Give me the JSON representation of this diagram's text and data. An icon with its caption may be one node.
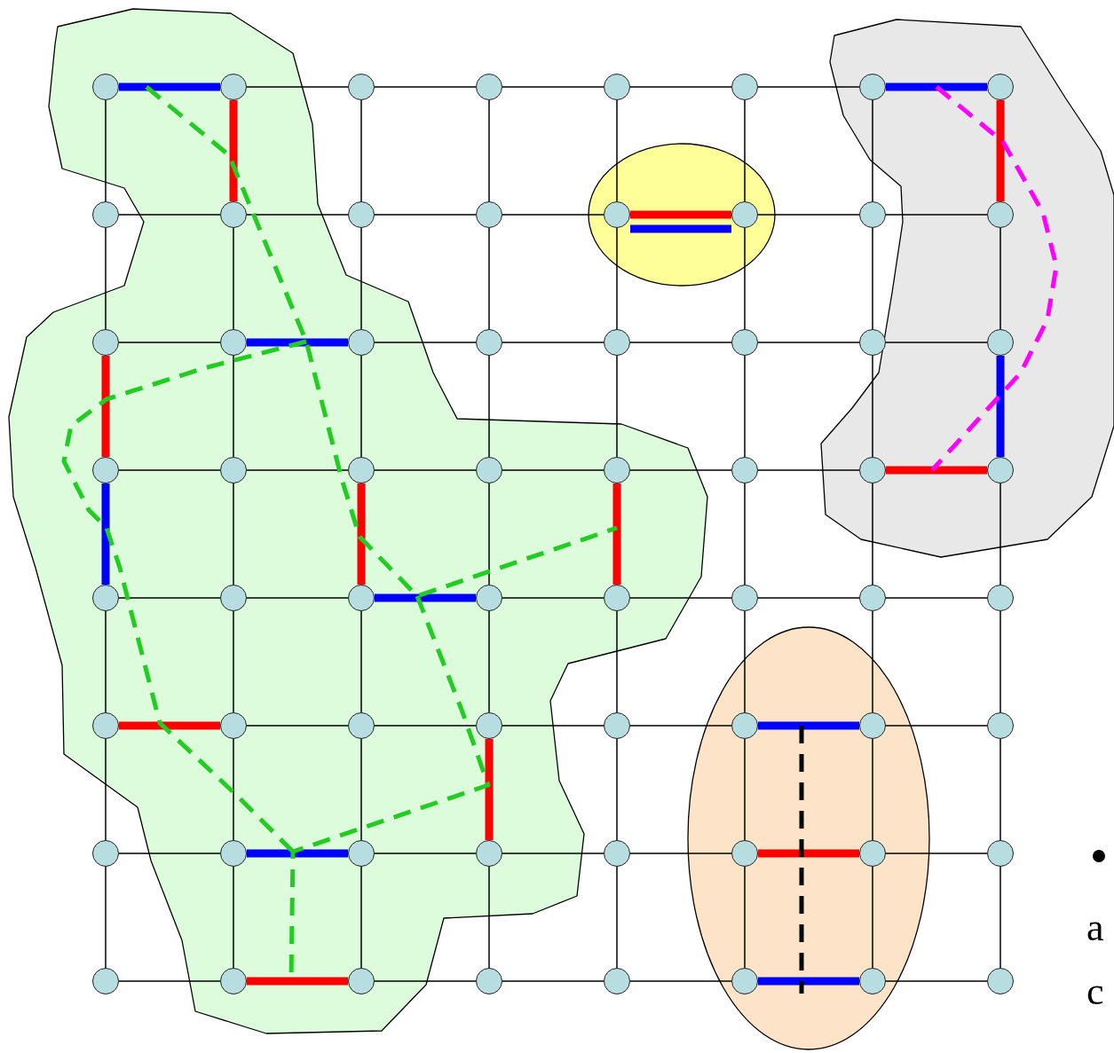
{
  "diagram": {
    "nodes": [
      {
        "text": [],
        "shape": "circle"
      },
      {
        "text": [],
        "shape": "circle"
      },
      {
        "text": [],
        "shape": "circle"
      },
      {
        "text": [],
        "shape": "circle"
      },
      {
        "text": [],
        "shape": "circle"
      },
      {
        "text": [],
        "shape": "circle"
      },
      {
        "text": [],
        "shape": "circle"
      },
      {
        "text": [],
        "shape": "circle"
      },
      {
        "text": [],
        "shape": "circle"
      },
      {
        "text": [],
        "shape": "circle"
      },
      {
        "text": [],
        "shape": "circle"
      },
      {
        "text": [],
        "shape": "circle"
      },
      {
        "text": [],
        "shape": "circle"
      },
      {
        "text": [],
        "shape": "circle"
      },
      {
        "text": [],
        "shape": "circle"
      },
      {
        "text": [],
        "shape": "circle"
      },
      {
        "text": [],
        "shape": "circle"
      },
      {
        "text": [],
        "shape": "circle"
      },
      {
        "text": [],
        "shape": "circle"
      },
      {
        "text": [],
        "shape": "circle"
      },
      {
        "text": [],
        "shape": "circle"
      },
      {
        "text": [],
        "shape": "circle"
      },
      {
        "text": [],
        "shape": "circle"
      },
      {
        "text": [],
        "shape": "circle"
      },
      {
        "text": [],
        "shape": "circle"
      },
      {
        "text": [],
        "shape": "circle"
      },
      {
        "text": [],
        "shape": "circle"
      },
      {
        "text": [],
        "shape": "circle"
      },
      {
        "text": [],
        "shape": "circle"
      },
      {
        "text": [],
        "shape": "circle"
      },
      {
        "text": [],
        "shape": "circle"
      },
      {
        "text": [],
        "shape": "circle"
      },
      {
        "text": [],
        "shape": "circle"
      },
      {
        "text": [],
        "shape": "circle"
      },
      {
        "text": [],
        "shape": "circle"
      },
      {
        "text": [],
        "shape": "circle"
      },
      {
        "text": [],
        "shape": "circle"
      },
      {
        "text": [],
        "shape": "circle"
      },
      {
        "text": [],
        "shape": "circle"
      },
      {
        "text": [],
        "shape": "circle"
      },
      {
        "text": [],
        "shape": "circle"
      },
      {
        "text": [],
        "shape": "circle"
      },
      {
        "text": [],
        "shape": "circle"
      },
      {
        "text": [],
        "shape": "circle"
      },
      {
        "text": [],
        "shape": "circle"
      },
      {
        "text": [],
        "shape": "circle"
      },
      {
        "text": [],
        "shape": "circle"
      },
      {
        "text": [],
        "shape": "circle"
      },
      {
        "text": [],
        "shape": "circle"
      },
      {
        "text": [],
        "shape": "circle"
      },
      {
        "text": [],
        "shape": "circle"
      },
      {
        "text": [],
        "shape": "circle"
      },
      {
        "text": [],
        "shape": "circle"
      },
      {
        "text": [],
        "shape": "circle"
      },
      {
        "text": [],
        "shape": "circle"
      },
      {
        "text": [],
        "shape": "circle"
      },
      {
        "text": [],
        "shape": "circle"
      },
      {
        "text": [],
        "shape": "circle"
      },
      {
        "text": [],
        "shape": "circle"
      },
      {
        "text": [],
        "shape": "circle"
      },
      {
        "text": [],
        "shape": "circle"
      },
      {
        "text": [],
        "shape": "circle"
      },
      {
        "text": [],
        "shape": "circle"
      },
      {
        "text": [],
        "shape": "circle"
      }
    ],
    "edges": [
      {
        "from": 0,
        "to": 1,
        "arrow": "none",
        "style": "thick",
        "color": "#0000ff"
      },
      {
        "from": 1,
        "to": 2,
        "arrow": "none"
      },
      {
        "from": 2,
        "to": 3,
        "arrow": "none"
      },
      {
        "from": 3,
        "to": 4,
        "arrow": "none"
      },
      {
        "from": 4,
        "to": 5,
        "arrow": "none"
      },
      {
        "from": 5,
        "to": 6,
        "arrow": "none"
      },
      {
        "from": 6,
        "to": 7,
        "arrow": "none",
        "style": "thick",
        "color": "#0000ff"
      },
      {
        "from": 8,
        "to": 9,
        "arrow": "none"
      },
      {
        "from": 9,
        "to": 10,
        "arrow": "none"
      },
      {
        "from": 10,
        "to": 11,
        "arrow": "none"
      },
      {
        "from": 11,
        "to": 12,
        "arrow": "none"
      },
      {
        "from": 12,
        "to": 13,
        "arrow": "none",
        "style": "thick",
        "color": "#ff0000"
      },
      {
        "from": 13,
        "to": 14,
        "arrow": "none"
      },
      {
        "from": 14,
        "to": 15,
        "arrow": "none"
      },
      {
        "from": 16,
        "to": 17,
        "arrow": "none"
      },
      {
        "from": 17,
        "to": 18,
        "arrow": "none",
        "style": "thick",
        "color": "#0000ff"
      },
      {
        "from": 18,
        "to": 19,
        "arrow": "none"
      },
      {
        "from": 19,
        "to": 20,
        "arrow": "none"
      },
      {
        "from": 20,
        "to": 21,
        "arrow": "none"
      },
      {
        "from": 21,
        "to": 22,
        "arrow": "none"
      },
      {
        "from": 22,
        "to": 23,
        "arrow": "none"
      },
      {
        "from": 24,
        "to": 25,
        "arrow": "none"
      },
      {
        "from": 25,
        "to": 26,
        "arrow": "none"
      },
      {
        "from": 26,
        "to": 27,
        "arrow": "none"
      },
      {
        "from": 27,
        "to": 28,
        "arrow": "none"
      },
      {
        "from": 28,
        "to": 29,
        "arrow": "none"
      },
      {
        "from": 29,
        "to": 30,
        "arrow": "none"
      },
      {
        "from": 30,
        "to": 31,
        "arrow": "none",
        "style": "thick",
        "color": "#ff0000"
      },
      {
        "from": 32,
        "to": 33,
        "arrow": "none"
      },
      {
        "from": 33,
        "to": 34,
        "arrow": "none"
      },
      {
        "from": 34,
        "to": 35,
        "arrow": "none",
        "style": "thick",
        "color": "#0000ff"
      },
      {
        "from": 35,
        "to": 36,
        "arrow": "none"
      },
      {
        "from": 36,
        "to": 37,
        "arrow": "none"
      },
      {
        "from": 37,
        "to": 38,
        "arrow": "none"
      },
      {
        "from": 38,
        "to": 39,
        "arrow": "none"
      },
      {
        "from": 40,
        "to": 41,
        "arrow": "none",
        "style": "thick",
        "color": "#ff0000"
      },
      {
        "from": 41,
        "to": 42,
        "arrow": "none"
      },
      {
        "from": 42,
        "to": 43,
        "arrow": "none"
      },
      {
        "from": 43,
        "to": 44,
        "arrow": "none"
      },
      {
        "from": 44,
        "to": 45,
        "arrow": "none"
      },
      {
        "from": 45,
        "to": 46,
        "arrow": "none",
        "style": "thick",
        "color": "#0000ff"
      },
      {
        "from": 46,
        "to": 47,
        "arrow": "none"
      },
      {
        "from": 48,
        "to": 49,
        "arrow": "none"
      },
      {
        "from": 49,
        "to": 50,
        "arrow": "none",
        "style": "thick",
        "color": "#0000ff"
      },
      {
        "from": 50,
        "to": 51,
        "arrow": "none"
      },
      {
        "from": 51,
        "to": 52,
        "arrow": "none"
      },
      {
        "from": 52,
        "to": 53,
        "arrow": "none"
      },
      {
        "from": 53,
        "to": 54,
        "arrow": "none",
        "style": "thick",
        "color": "#ff0000"
      },
      {
        "from": 54,
        "to": 55,
        "arrow": "none"
      },
      {
        "from": 56,
        "to": 57,
        "arrow": "none"
      },
      {
        "from": 57,
        "to": 58,
        "arrow": "none",
        "style": "thick",
        "color": "#ff0000"
      },
      {
        "from": 58,
        "to": 59,
        "arrow": "none"
      },
      {
        "from": 59,
        "to": 60,
        "arrow": "none"
      },
      {
        "from": 60,
        "to": 61,
        "arrow": "none"
      },
      {
        "from": 61,
        "to": 62,
        "arrow": "none",
        "style": "thick",
        "color": "#0000ff"
      },
      {
        "from": 62,
        "to": 63,
        "arrow": "none"
      },
      {
        "from": 0,
        "to": 8,
        "arrow": "none"
      },
      {
        "from": 1,
        "to": 9,
        "arrow": "none",
        "style": "thick",
        "color": "#ff0000"
      },
      {
        "from": 2,
        "to": 10,
        "arrow": "none"
      },
      {
        "from": 3,
        "to": 11,
        "arrow": "none"
      },
      {
        "from": 4,
        "to": 12,
        "arrow": "none"
      },
      {
        "from": 5,
        "to": 13,
        "arrow": "none"
      },
      {
        "from": 6,
        "to": 14,
        "arrow": "none"
      },
      {
        "from": 7,
        "to": 15,
        "arrow": "none",
        "style": "thick",
        "color": "#ff0000"
      },
      {
        "from": 8,
        "to": 16,
        "arrow": "none"
      },
      {
        "from": 9,
        "to": 17,
        "arrow": "none"
      },
      {
        "from": 10,
        "to": 18,
        "arrow": "none"
      },
      {
        "from": 11,
        "to": 19,
        "arrow": "none"
      },
      {
        "from": 12,
        "to": 20,
        "arrow": "none"
      },
      {
        "from": 13,
        "to": 21,
        "arrow": "none"
      },
      {
        "from": 14,
        "to": 22,
        "arrow": "none"
      },
      {
        "from": 15,
        "to": 23,
        "arrow": "none"
      },
      {
        "from": 16,
        "to": 24,
        "arrow": "none",
        "style": "thick",
        "color": "#ff0000"
      },
      {
        "from": 17,
        "to": 25,
        "arrow": "none"
      },
      {
        "from": 18,
        "to": 26,
        "arrow": "none"
      },
      {
        "from": 19,
        "to": 27,
        "arrow": "none"
      },
      {
        "from": 20,
        "to": 28,
        "arrow": "none"
      },
      {
        "from": 21,
        "to": 29,
        "arrow": "none"
      },
      {
        "from": 22,
        "to": 30,
        "arrow": "none"
      },
      {
        "from": 23,
        "to": 31,
        "arrow": "none",
        "style": "thick",
        "color": "#0000ff"
      },
      {
        "from": 24,
        "to": 32,
        "arrow": "none",
        "style": "thick",
        "color": "#0000ff"
      },
      {
        "from": 25,
        "to": 33,
        "arrow": "none"
      },
      {
        "from": 26,
        "to": 34,
        "arrow": "none",
        "style": "thick",
        "color": "#ff0000"
      },
      {
        "from": 27,
        "to": 35,
        "arrow": "none"
      },
      {
        "from": 28,
        "to": 36,
        "arrow": "none",
        "style": "thick",
        "color": "#ff0000"
      },
      {
        "from": 29,
        "to": 37,
        "arrow": "none"
      },
      {
        "from": 30,
        "to": 38,
        "arrow": "none"
      },
      {
        "from": 31,
        "to": 39,
        "arrow": "none"
      },
      {
        "from": 32,
        "to": 40,
        "arrow": "none"
      },
      {
        "from": 33,
        "to": 41,
        "arrow": "none"
      },
      {
        "from": 34,
        "to": 42,
        "arrow": "none"
      },
      {
        "from": 35,
        "to": 43,
        "arrow": "none"
      },
      {
        "from": 36,
        "to": 44,
        "arrow": "none"
      },
      {
        "from": 37,
        "to": 45,
        "arrow": "none"
      },
      {
        "from": 38,
        "to": 46,
        "arrow": "none"
      },
      {
        "from": 39,
        "to": 47,
        "arrow": "none"
      },
      {
        "from": 40,
        "to": 48,
        "arrow": "none"
      },
      {
        "from": 41,
        "to": 49,
        "arrow": "none"
      },
      {
        "from": 42,
        "to": 50,
        "arrow": "none"
      },
      {
        "from": 43,
        "to": 51,
        "arrow": "none",
        "style": "thick",
        "color": "#ff0000"
      },
      {
        "from": 44,
        "to": 52,
        "arrow": "none"
      },
      {
        "from": 45,
        "to": 53,
        "arrow": "none"
      },
      {
        "from": 46,
        "to": 54,
        "arrow": "none"
      },
      {
        "from": 47,
        "to": 55,
        "arrow": "none"
      },
      {
        "from": 48,
        "to": 56,
        "arrow": "none"
      },
      {
        "from": 49,
        "to": 57,
        "arrow": "none"
      },
      {
        "from": 50,
        "to": 58,
        "arrow": "none"
      },
      {
        "from": 51,
        "to": 59,
        "arrow": "none"
      },
      {
        "from": 52,
        "to": 60,
        "arrow": "none"
      },
      {
        "from": 53,
        "to": 61,
        "arrow": "none"
      },
      {
        "from": 54,
        "to": 62,
        "arrow": "none"
      },
      {
        "from": 55,
        "to": 63,
        "arrow": "none"
      },
      {
        "from": 12,
        "to": 13,
        "arrow": "none",
        "style": "thick",
        "color": "#0000ff"
      }
    ],
    "labels": [
      "a",
      "c"
    ]
  }
}
